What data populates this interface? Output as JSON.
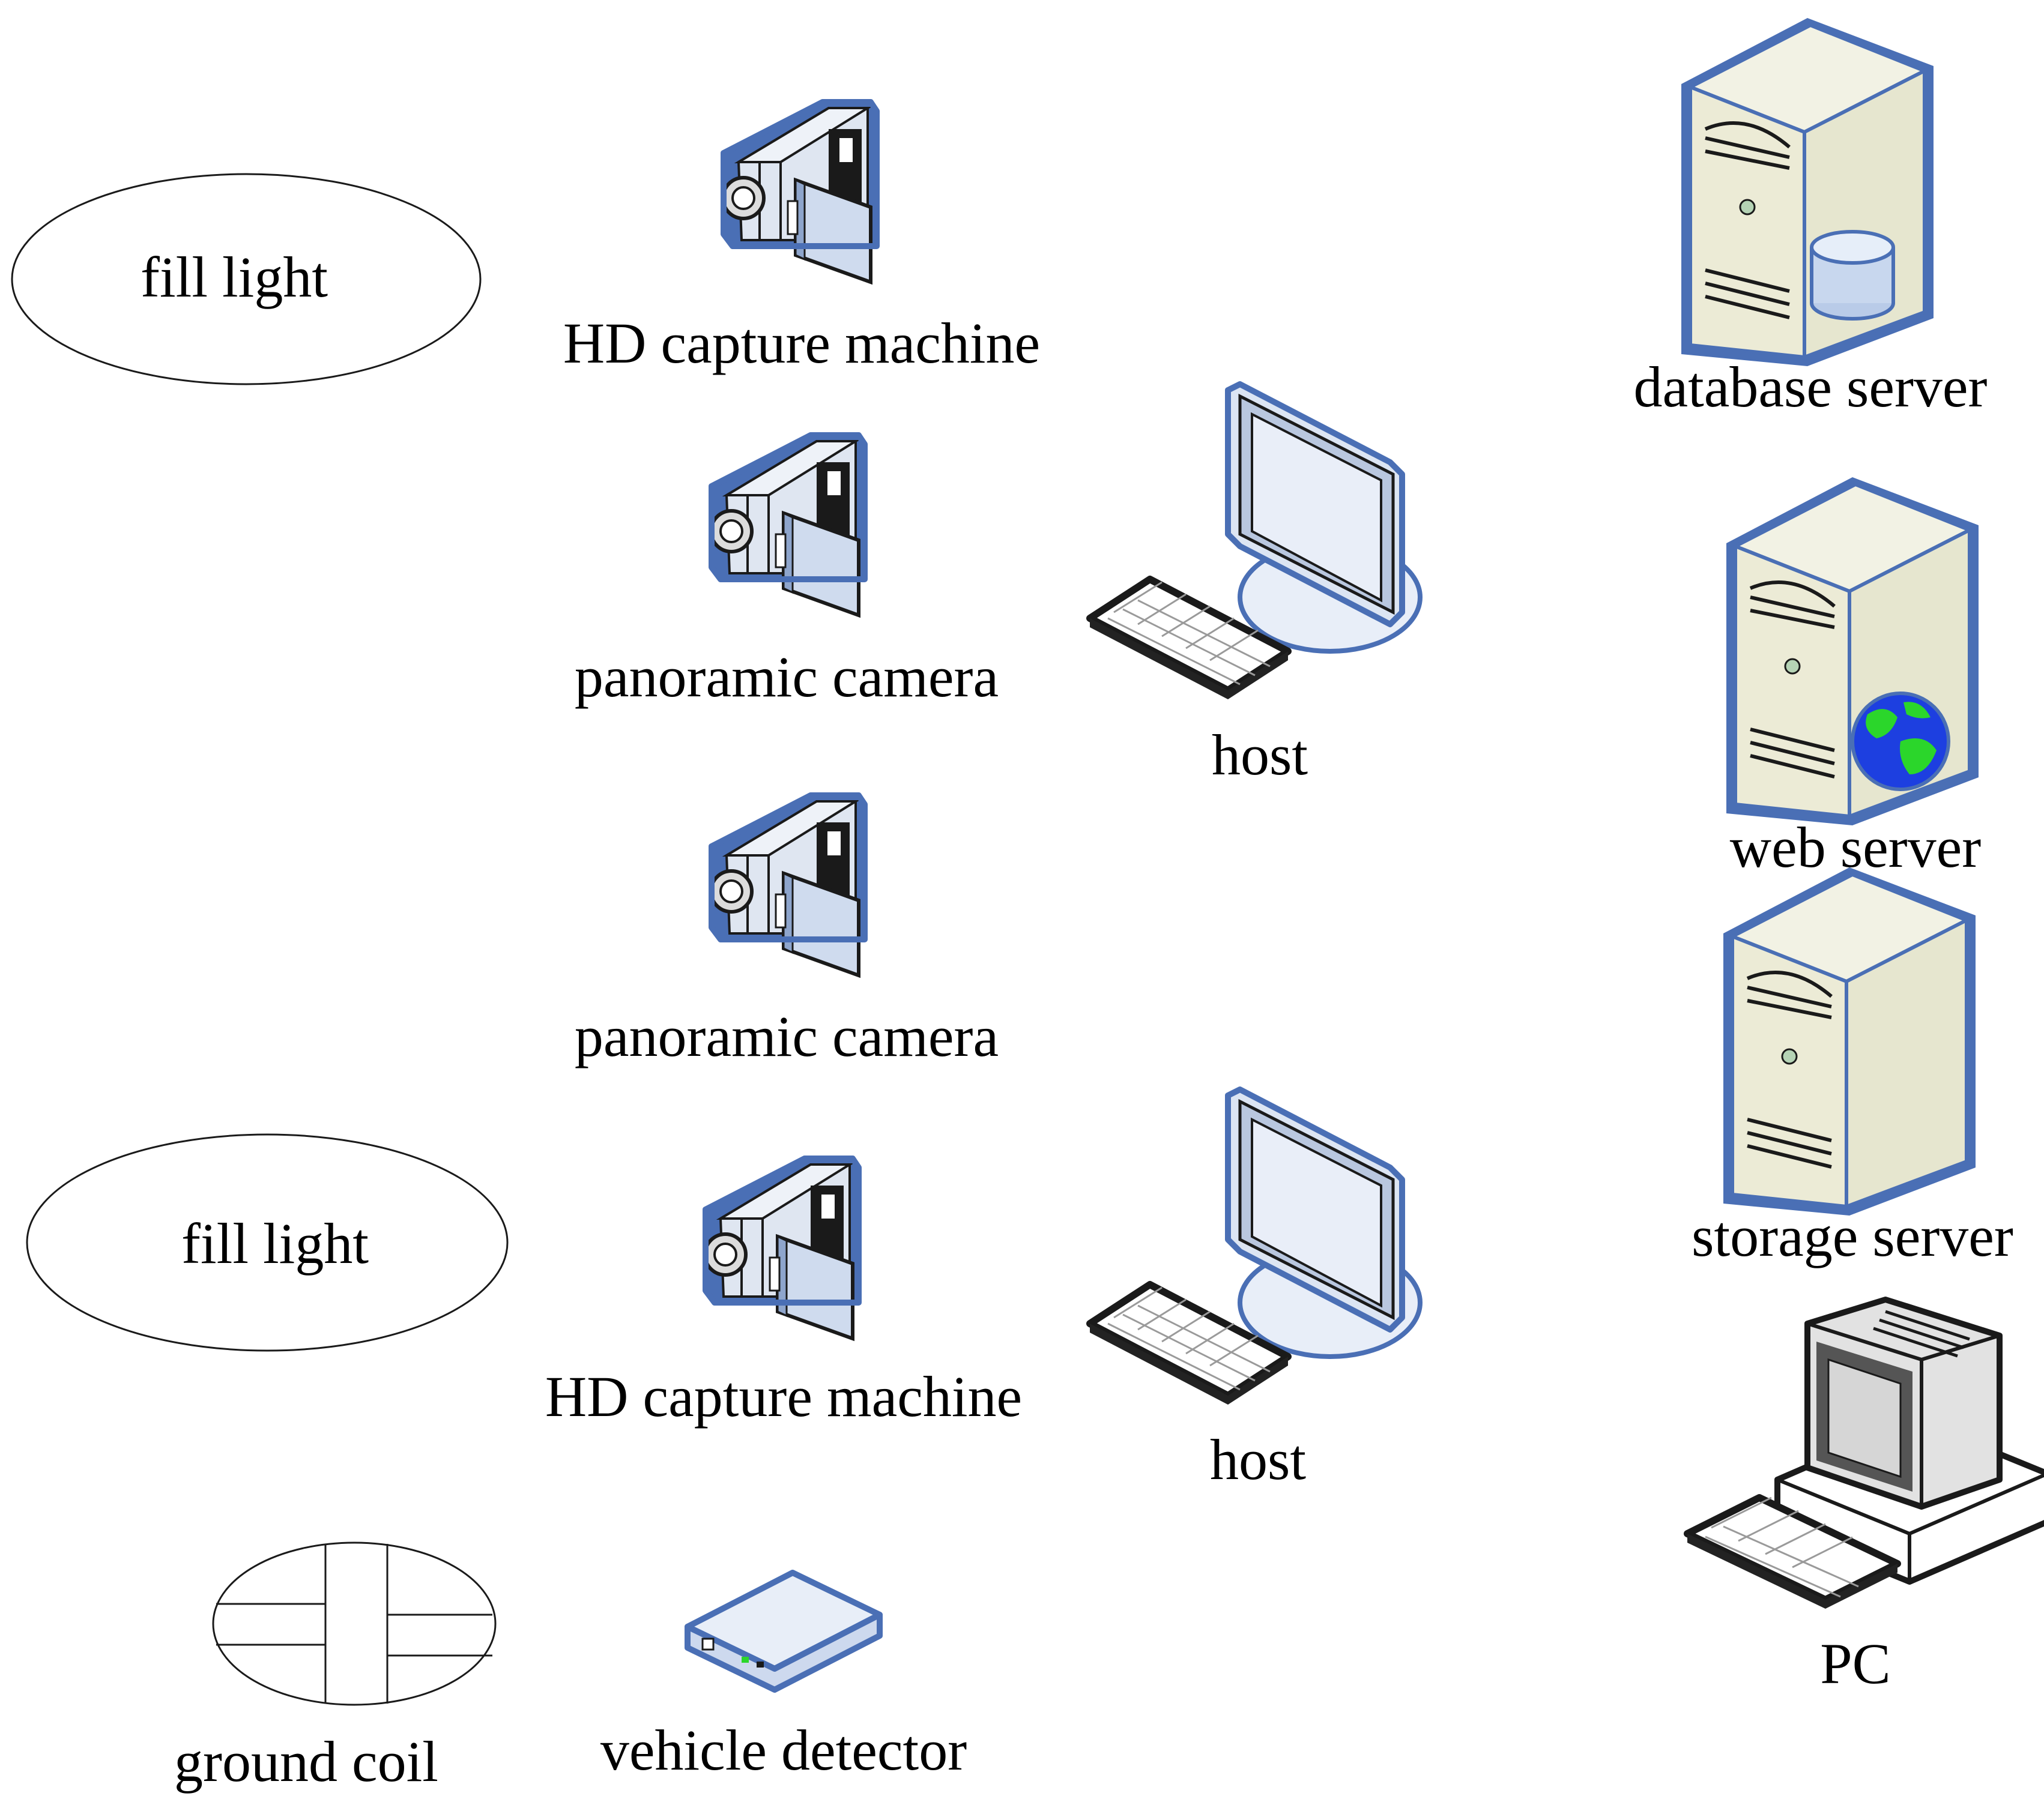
{
  "devices": {
    "fill_light_top": "fill light",
    "hd_capture_top": "HD capture machine",
    "panoramic_camera_1": "panoramic camera",
    "panoramic_camera_2": "panoramic camera",
    "fill_light_bottom": "fill light",
    "hd_capture_bottom": "HD capture machine",
    "ground_coil": "ground coil",
    "vehicle_detector": "vehicle detector",
    "host_top": "host",
    "host_bottom": "host",
    "database_server": "database server",
    "web_server": "web server",
    "storage_server": "storage server",
    "pc": "PC"
  },
  "icons": {
    "camera": "video-camera-icon",
    "host": "monitor-keyboard-icon",
    "server": "tower-server-icon",
    "database_badge": "database-cylinder-icon",
    "web_badge": "globe-icon",
    "pc": "desktop-pc-icon",
    "detector": "vehicle-detector-box-icon"
  },
  "colors": {
    "outline_blue": "#4a6fb5",
    "device_face": "#d9e3f2",
    "device_dark": "#1a1a1a",
    "server_body": "#e9e9d6",
    "screen": "#c9d6ec",
    "globe_ocean": "#1d3fe0",
    "globe_land": "#2bd62b",
    "label_text": "#000000"
  }
}
